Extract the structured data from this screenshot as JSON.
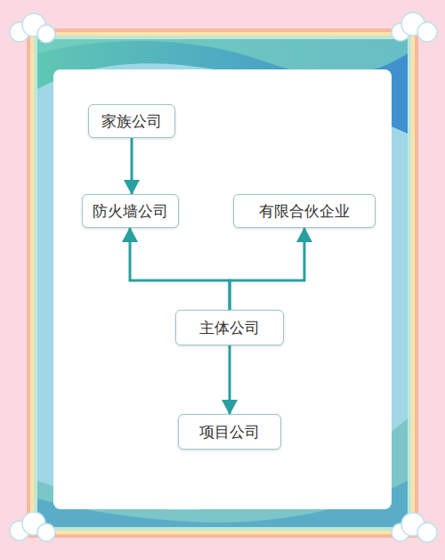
{
  "diagram": {
    "nodes": [
      {
        "text": [
          "家族公司"
        ]
      },
      {
        "text": [
          "防火墙公司"
        ]
      },
      {
        "text": [
          "有限合伙企业"
        ]
      },
      {
        "text": [
          "主体公司"
        ]
      },
      {
        "text": [
          "项目公司"
        ]
      }
    ],
    "edges": [
      {
        "from": 0,
        "to": 1,
        "arrow": "to"
      },
      {
        "from": 3,
        "to": 1,
        "arrow": "to"
      },
      {
        "from": 3,
        "to": 2,
        "arrow": "to"
      },
      {
        "from": 3,
        "to": 4,
        "arrow": "to"
      }
    ]
  }
}
